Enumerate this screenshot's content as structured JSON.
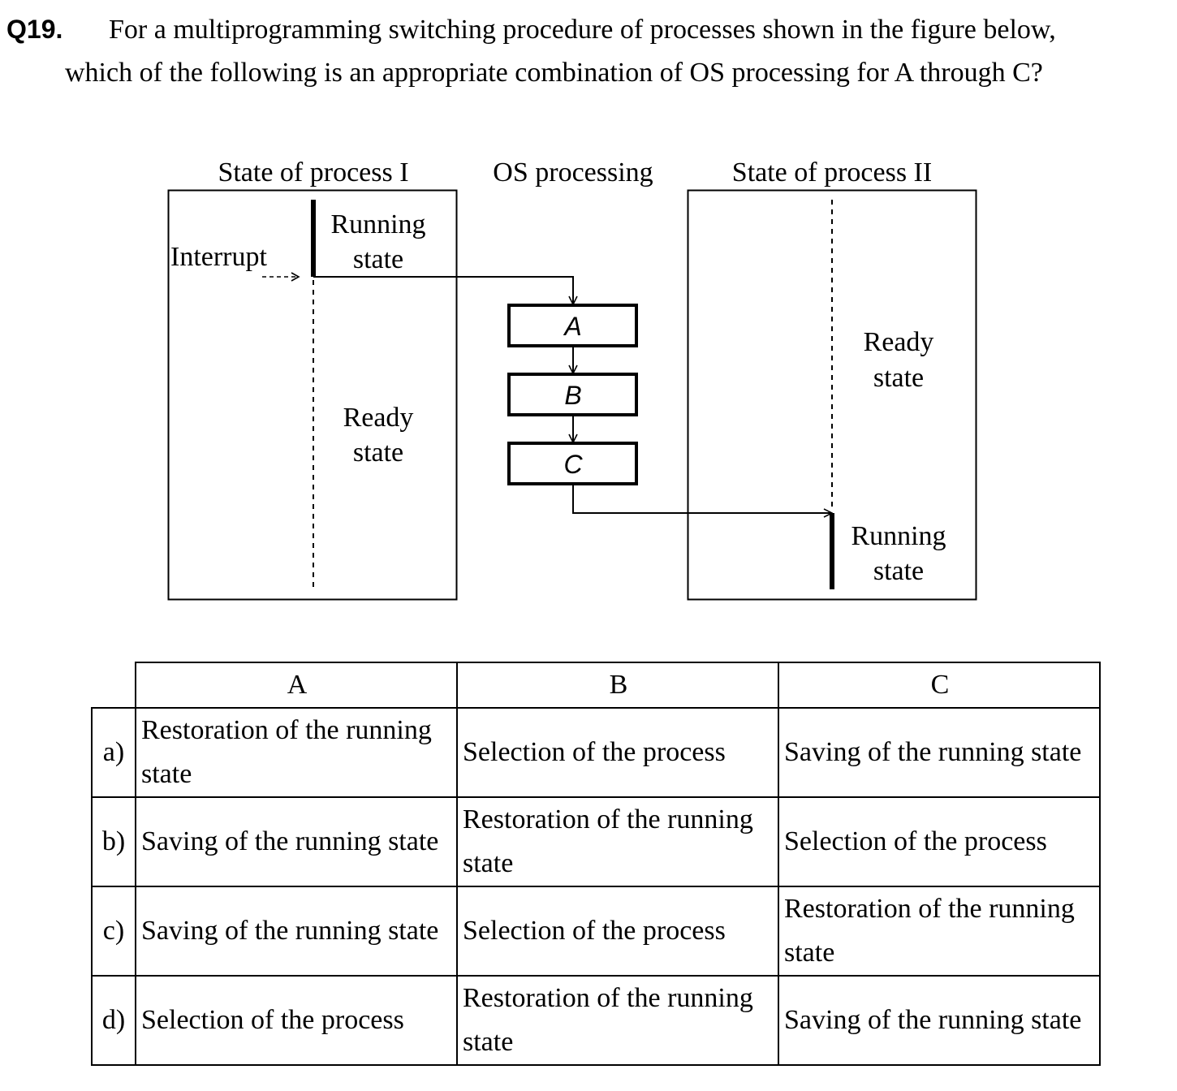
{
  "question": {
    "number": "Q19.",
    "line1": "For a multiprogramming switching procedure of processes shown in the figure below,",
    "line2": "which of the following is an appropriate combination of OS processing for A through C?"
  },
  "diagram": {
    "heading_process1": "State of process I",
    "heading_os": "OS processing",
    "heading_process2": "State of process II",
    "interrupt": "Interrupt",
    "p1_running_1": "Running",
    "p1_running_2": "state",
    "p1_ready_1": "Ready",
    "p1_ready_2": "state",
    "p2_ready_1": "Ready",
    "p2_ready_2": "state",
    "p2_running_1": "Running",
    "p2_running_2": "state",
    "box_a": "A",
    "box_b": "B",
    "box_c": "C"
  },
  "table": {
    "headers": [
      "A",
      "B",
      "C"
    ],
    "rows": [
      {
        "label": "a)",
        "cells": [
          "Restoration of the running state",
          "Selection of the process",
          "Saving of the running state"
        ]
      },
      {
        "label": "b)",
        "cells": [
          "Saving of the running state",
          "Restoration of the running state",
          "Selection of the process"
        ]
      },
      {
        "label": "c)",
        "cells": [
          "Saving of the running state",
          "Selection of the process",
          "Restoration of the running state"
        ]
      },
      {
        "label": "d)",
        "cells": [
          "Selection of the process",
          "Restoration of the running state",
          "Saving of the running state"
        ]
      }
    ]
  }
}
